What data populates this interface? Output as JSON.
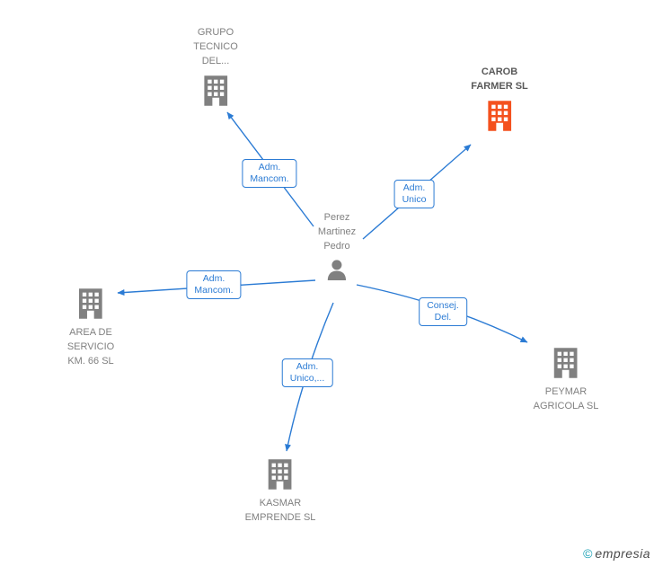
{
  "person": {
    "name": "Perez Martinez Pedro",
    "lines": [
      "Perez",
      "Martinez",
      "Pedro"
    ]
  },
  "companies": {
    "grupo_tecnico": {
      "name": "GRUPO TECNICO DEL...",
      "lines": [
        "GRUPO",
        "TECNICO",
        "DEL..."
      ]
    },
    "carob_farmer": {
      "name": "CAROB FARMER SL",
      "lines": [
        "CAROB",
        "FARMER SL"
      ],
      "highlighted": true
    },
    "area_servicio": {
      "name": "AREA DE SERVICIO KM. 66 SL",
      "lines": [
        "AREA DE",
        "SERVICIO",
        "KM. 66 SL"
      ]
    },
    "peymar": {
      "name": "PEYMAR AGRICOLA SL",
      "lines": [
        "PEYMAR",
        "AGRICOLA SL"
      ]
    },
    "kasmar": {
      "name": "KASMAR EMPRENDE SL",
      "lines": [
        "KASMAR",
        "EMPRENDE SL"
      ]
    }
  },
  "relations": {
    "to_grupo": {
      "label": "Adm. Mancom.",
      "lines": [
        "Adm.",
        "Mancom."
      ]
    },
    "to_carob": {
      "label": "Adm. Unico",
      "lines": [
        "Adm.",
        "Unico"
      ]
    },
    "to_area": {
      "label": "Adm. Mancom.",
      "lines": [
        "Adm.",
        "Mancom."
      ]
    },
    "to_peymar": {
      "label": "Consej. Del.",
      "lines": [
        "Consej.",
        "Del."
      ]
    },
    "to_kasmar": {
      "label": "Adm. Unico,...",
      "lines": [
        "Adm.",
        "Unico,..."
      ]
    }
  },
  "colors": {
    "edge_blue": "#2b7bd4",
    "node_gray": "#808080",
    "highlight_orange": "#f4511e",
    "company_text": "#808080",
    "highlight_company_text": "#595959",
    "accent_teal": "#19a0b4"
  },
  "watermark": {
    "copyright": "©",
    "brand": "empresia"
  }
}
